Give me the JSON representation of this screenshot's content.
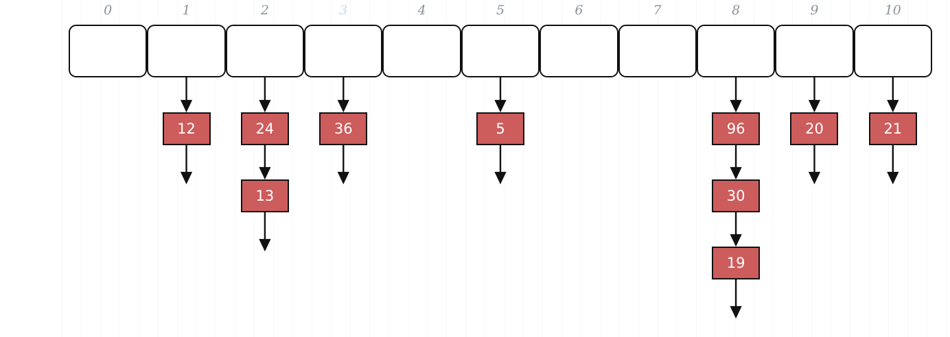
{
  "diagram": {
    "title": "hash-table-separate-chaining",
    "colors": {
      "node_fill": "#cd5c5c",
      "node_text": "#ffffff",
      "stroke": "#111111",
      "index_label": "#8c929b",
      "index_label_highlight": "#bfdcf4",
      "background": "#ffffff"
    },
    "indices": [
      {
        "label": "0",
        "highlight": false
      },
      {
        "label": "1",
        "highlight": false
      },
      {
        "label": "2",
        "highlight": false
      },
      {
        "label": "3",
        "highlight": true
      },
      {
        "label": "4",
        "highlight": false
      },
      {
        "label": "5",
        "highlight": false
      },
      {
        "label": "6",
        "highlight": false
      },
      {
        "label": "7",
        "highlight": false
      },
      {
        "label": "8",
        "highlight": false
      },
      {
        "label": "9",
        "highlight": false
      },
      {
        "label": "10",
        "highlight": false
      }
    ],
    "buckets": [
      {
        "index": "0",
        "chain": []
      },
      {
        "index": "1",
        "chain": [
          "12"
        ]
      },
      {
        "index": "2",
        "chain": [
          "24",
          "13"
        ]
      },
      {
        "index": "3",
        "chain": [
          "36"
        ]
      },
      {
        "index": "4",
        "chain": []
      },
      {
        "index": "5",
        "chain": [
          "5"
        ]
      },
      {
        "index": "6",
        "chain": []
      },
      {
        "index": "7",
        "chain": []
      },
      {
        "index": "8",
        "chain": [
          "96",
          "30",
          "19"
        ]
      },
      {
        "index": "9",
        "chain": [
          "20"
        ]
      },
      {
        "index": "10",
        "chain": [
          "21"
        ]
      }
    ]
  }
}
